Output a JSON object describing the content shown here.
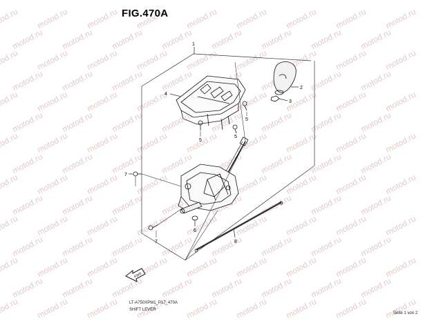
{
  "figure": {
    "title": "FIG.470A",
    "code": "LT-A750XPM1_P17_470A",
    "name": "SHIFT LEVER",
    "page": "Seite 1 von 2"
  },
  "watermark": {
    "text": "motod.ru",
    "color": "#e6c8c8"
  },
  "parts": [
    {
      "number": "1"
    },
    {
      "number": "2"
    },
    {
      "number": "3"
    },
    {
      "number": "4"
    },
    {
      "number": "5"
    },
    {
      "number": "5"
    },
    {
      "number": "5"
    },
    {
      "number": "6"
    },
    {
      "number": "7"
    },
    {
      "number": "7"
    },
    {
      "number": "8"
    }
  ],
  "front_arrow": {
    "label": "FWD",
    "icon": "front-direction-arrow-icon"
  }
}
